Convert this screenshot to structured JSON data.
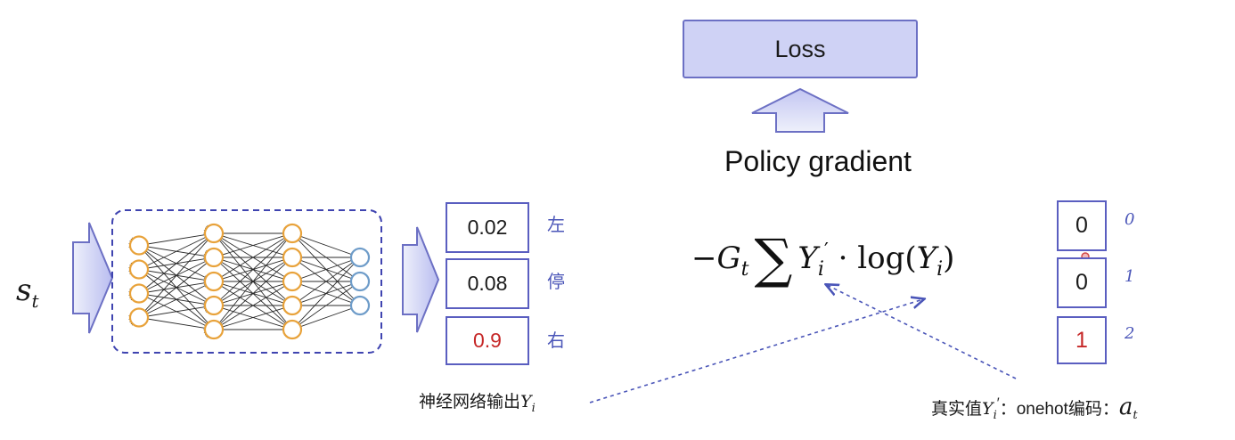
{
  "loss": {
    "label": "Loss"
  },
  "policy_gradient": {
    "label": "Policy gradient"
  },
  "state": {
    "symbol": "s",
    "subscript": "t"
  },
  "outputs": [
    {
      "value": "0.02",
      "action": "左",
      "highlight": false
    },
    {
      "value": "0.08",
      "action": "停",
      "highlight": false
    },
    {
      "value": "0.9",
      "action": "右",
      "highlight": true
    }
  ],
  "targets": [
    {
      "value": "0",
      "index": "0",
      "highlight": false
    },
    {
      "value": "0",
      "index": "1",
      "highlight": false
    },
    {
      "value": "1",
      "index": "2",
      "highlight": true
    }
  ],
  "formula": {
    "neg": "−",
    "G": "G",
    "G_sub": "t",
    "sum": "∑",
    "Y": "Y",
    "Y_sub": "i",
    "prime": "′",
    "dot": "·",
    "log": "log(",
    "close": ")"
  },
  "captions": {
    "output_prefix": "神经网络输出",
    "output_symbol": "Y",
    "output_sub": "i",
    "true_prefix": "真实值",
    "true_symbol": "Y",
    "true_sub": "i",
    "true_prime": "′",
    "true_mid": "：onehot编码：",
    "true_action": "a",
    "true_action_sub": "t"
  },
  "colors": {
    "box_fill": "#cfd2f5",
    "box_border": "#6c70c4",
    "neuron_orange": "#e8a23a",
    "neuron_blue": "#6e9cc9",
    "highlight_red": "#c62828",
    "annotation_blue": "#4a55b8"
  },
  "network": {
    "layers": [
      4,
      5,
      5,
      3
    ]
  }
}
